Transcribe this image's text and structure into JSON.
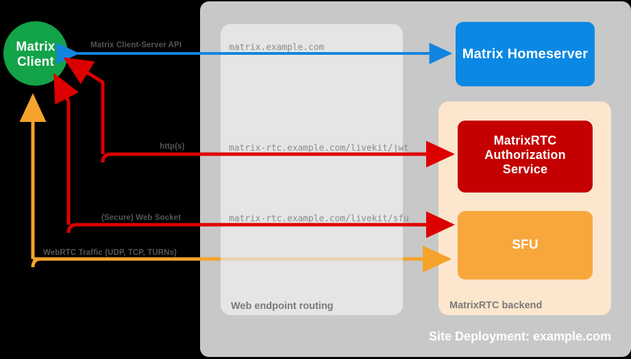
{
  "diagram": {
    "title": "MatrixRTC site deployment architecture",
    "site_caption": "Site Deployment: example.com"
  },
  "colors": {
    "background": "#000000",
    "site_container": "#c8c8c8",
    "routing_container": "#e4e4e4",
    "backend_container": "#fce6cd",
    "client_green": "#13a349",
    "homeserver_blue": "#0b88e3",
    "auth_red": "#c40000",
    "sfu_orange": "#f7a73c",
    "edge_blue": "#1184e0",
    "edge_red": "#dd0000",
    "edge_orange": "#f5a32a",
    "caption_gray": "#7a7a7a",
    "url_gray": "#8c8c8c",
    "edge_label_gray": "#555555",
    "node_text": "#ffffff"
  },
  "nodes": {
    "client": {
      "label_line1": "Matrix",
      "label_line2": "Client",
      "shape": "circle"
    },
    "homeserver": {
      "label": "Matrix Homeserver",
      "shape": "rounded-rect"
    },
    "auth": {
      "label_line1": "MatrixRTC",
      "label_line2": "Authorization",
      "label_line3": "Service",
      "shape": "rounded-rect"
    },
    "sfu": {
      "label": "SFU",
      "shape": "rounded-rect"
    }
  },
  "containers": {
    "site": {
      "caption": "Site Deployment: example.com"
    },
    "routing": {
      "caption": "Web endpoint routing"
    },
    "backend": {
      "caption": "MatrixRTC backend"
    }
  },
  "endpoints": [
    {
      "url": "matrix.example.com"
    },
    {
      "url": "matrix-rtc.example.com/livekit/jwt"
    },
    {
      "url": "matrix-rtc.example.com/livekit/sfu"
    }
  ],
  "edges": [
    {
      "id": "cs-api",
      "label": "Matrix Client-Server API",
      "color": "#1184e0",
      "from": "client",
      "to": "homeserver",
      "direction": "bidirectional",
      "endpoint": "matrix.example.com"
    },
    {
      "id": "jwt-http",
      "label": "http(s)",
      "color": "#dd0000",
      "from": "client",
      "to": "auth",
      "direction": "bidirectional",
      "endpoint": "matrix-rtc.example.com/livekit/jwt"
    },
    {
      "id": "sfu-ws",
      "label": "(Secure) Web Socket",
      "color": "#dd0000",
      "from": "client",
      "to": "sfu",
      "direction": "bidirectional",
      "endpoint": "matrix-rtc.example.com/livekit/sfu"
    },
    {
      "id": "webrtc",
      "label": "WebRTC Traffic (UDP, TCP, TURNs)",
      "color": "#f5a32a",
      "from": "client",
      "to": "sfu",
      "direction": "bidirectional",
      "endpoint": ""
    }
  ]
}
